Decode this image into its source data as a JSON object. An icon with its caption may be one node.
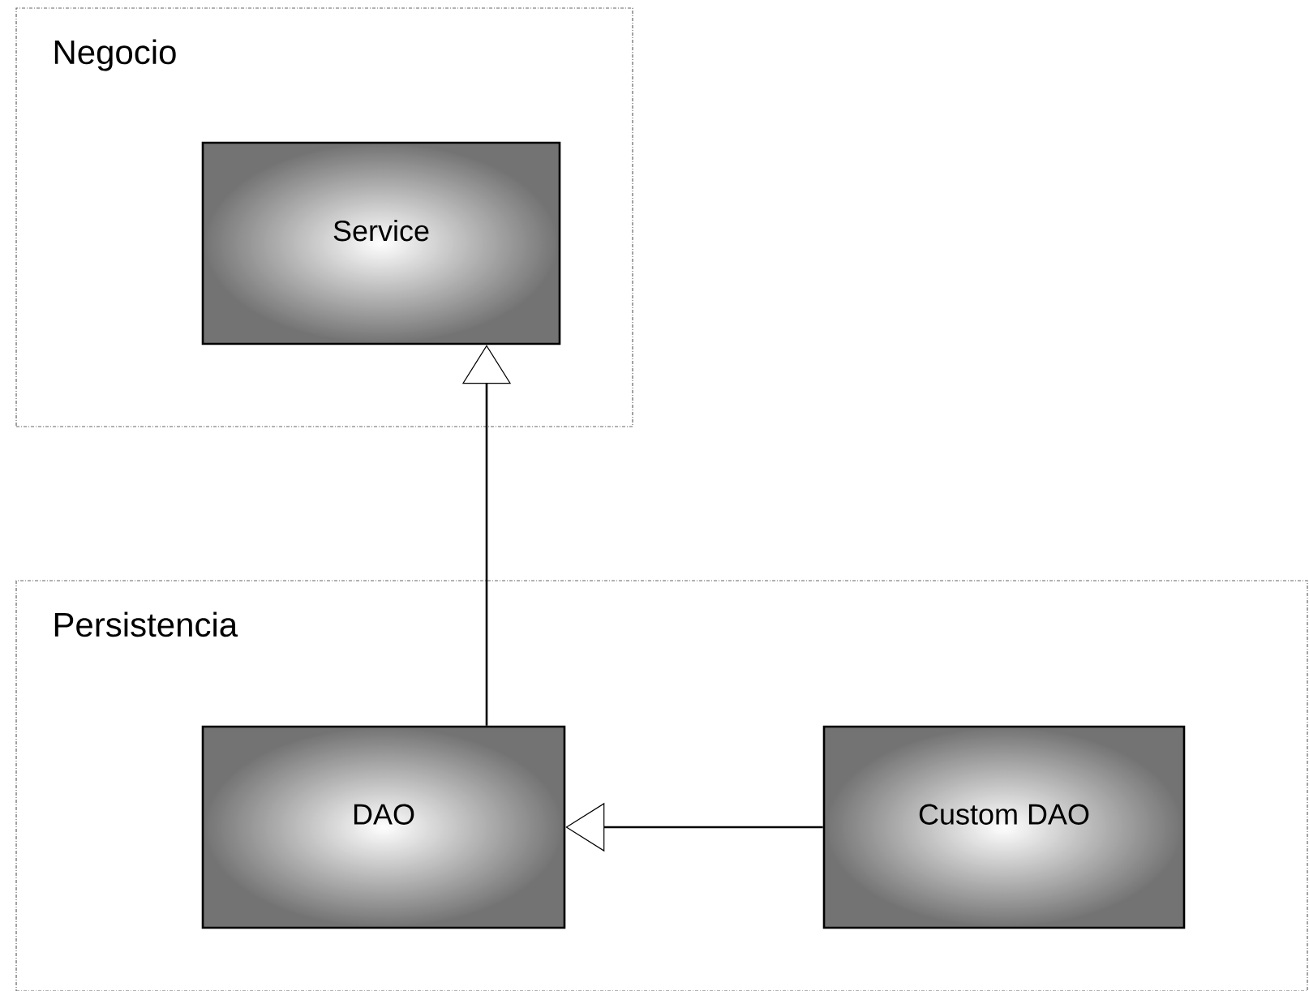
{
  "diagram": {
    "nodes": [
      {
        "text": [
          "Negocio"
        ]
      },
      {
        "text": [
          "Service"
        ],
        "in": 0
      },
      {
        "text": [
          "Persistencia"
        ]
      },
      {
        "text": [
          "DAO"
        ],
        "in": 2
      },
      {
        "text": [
          "Custom DAO"
        ],
        "in": 2
      }
    ],
    "edges": [
      {
        "from": 3,
        "to": 1,
        "arrow": "to"
      },
      {
        "from": 4,
        "to": 3,
        "arrow": "to"
      }
    ]
  }
}
